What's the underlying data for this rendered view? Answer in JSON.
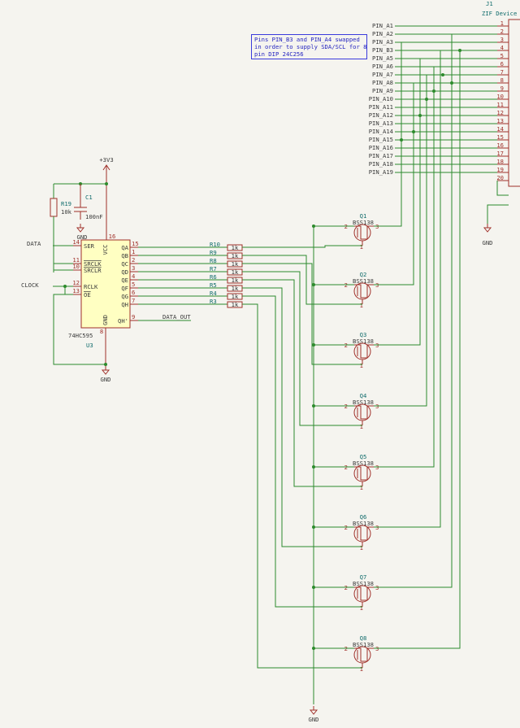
{
  "note": "Pins PIN_B3 and PIN_A4 swapped\nin order to supply SDA/SCL for 8\npin DIP 24C256",
  "power": {
    "vcc_label": "+3V3",
    "gnd_label": "GND"
  },
  "nets": {
    "data": "DATA",
    "clock": "CLOCK",
    "data_out": "DATA_OUT"
  },
  "ic": {
    "ref": "U3",
    "value": "74HC595",
    "left_pins": [
      {
        "num": "14",
        "name": "SER"
      },
      {
        "num": "11",
        "name": "SRCLK"
      },
      {
        "num": "10",
        "name": "SRCLR"
      },
      {
        "num": "12",
        "name": "RCLK"
      },
      {
        "num": "13",
        "name": "OE"
      }
    ],
    "right_pins": [
      {
        "num": "15",
        "name": "QA"
      },
      {
        "num": "1",
        "name": "QB"
      },
      {
        "num": "2",
        "name": "QC"
      },
      {
        "num": "3",
        "name": "QD"
      },
      {
        "num": "4",
        "name": "QE"
      },
      {
        "num": "5",
        "name": "QF"
      },
      {
        "num": "6",
        "name": "QG"
      },
      {
        "num": "7",
        "name": "QH"
      },
      {
        "num": "9",
        "name": "QH'"
      }
    ],
    "vcc_pin": {
      "num": "16",
      "name": "VCC"
    },
    "gnd_pin": {
      "num": "8",
      "name": "GND"
    }
  },
  "r19": {
    "ref": "R19",
    "value": "10k"
  },
  "c1": {
    "ref": "C1",
    "value": "100nF"
  },
  "resistors": [
    {
      "ref": "R10",
      "value": "1k"
    },
    {
      "ref": "R9",
      "value": "1k"
    },
    {
      "ref": "R8",
      "value": "1k"
    },
    {
      "ref": "R7",
      "value": "1k"
    },
    {
      "ref": "R6",
      "value": "1k"
    },
    {
      "ref": "R5",
      "value": "1k"
    },
    {
      "ref": "R4",
      "value": "1k"
    },
    {
      "ref": "R3",
      "value": "1k"
    }
  ],
  "transistors": [
    {
      "ref": "Q1",
      "value": "BSS138"
    },
    {
      "ref": "Q2",
      "value": "BSS138"
    },
    {
      "ref": "Q3",
      "value": "BSS138"
    },
    {
      "ref": "Q4",
      "value": "BSS138"
    },
    {
      "ref": "Q5",
      "value": "BSS138"
    },
    {
      "ref": "Q6",
      "value": "BSS138"
    },
    {
      "ref": "Q7",
      "value": "BSS138"
    },
    {
      "ref": "Q8",
      "value": "BSS138"
    }
  ],
  "transistor_pins": {
    "gate": "1",
    "drain": "2",
    "source": "3"
  },
  "connector": {
    "ref": "J1",
    "value": "ZIF Device U",
    "pins": [
      {
        "num": "1",
        "net": "PIN_A1"
      },
      {
        "num": "2",
        "net": "PIN_A2"
      },
      {
        "num": "3",
        "net": "PIN_A3"
      },
      {
        "num": "4",
        "net": "PIN_B3"
      },
      {
        "num": "5",
        "net": "PIN_A5"
      },
      {
        "num": "6",
        "net": "PIN_A6"
      },
      {
        "num": "7",
        "net": "PIN_A7"
      },
      {
        "num": "8",
        "net": "PIN_A8"
      },
      {
        "num": "9",
        "net": "PIN_A9"
      },
      {
        "num": "10",
        "net": "PIN_A10"
      },
      {
        "num": "11",
        "net": "PIN_A11"
      },
      {
        "num": "12",
        "net": "PIN_A12"
      },
      {
        "num": "13",
        "net": "PIN_A13"
      },
      {
        "num": "14",
        "net": "PIN_A14"
      },
      {
        "num": "15",
        "net": "PIN_A15"
      },
      {
        "num": "16",
        "net": "PIN_A16"
      },
      {
        "num": "17",
        "net": "PIN_A17"
      },
      {
        "num": "18",
        "net": "PIN_A18"
      },
      {
        "num": "19",
        "net": "PIN_A19"
      },
      {
        "num": "20",
        "net": ""
      }
    ]
  }
}
